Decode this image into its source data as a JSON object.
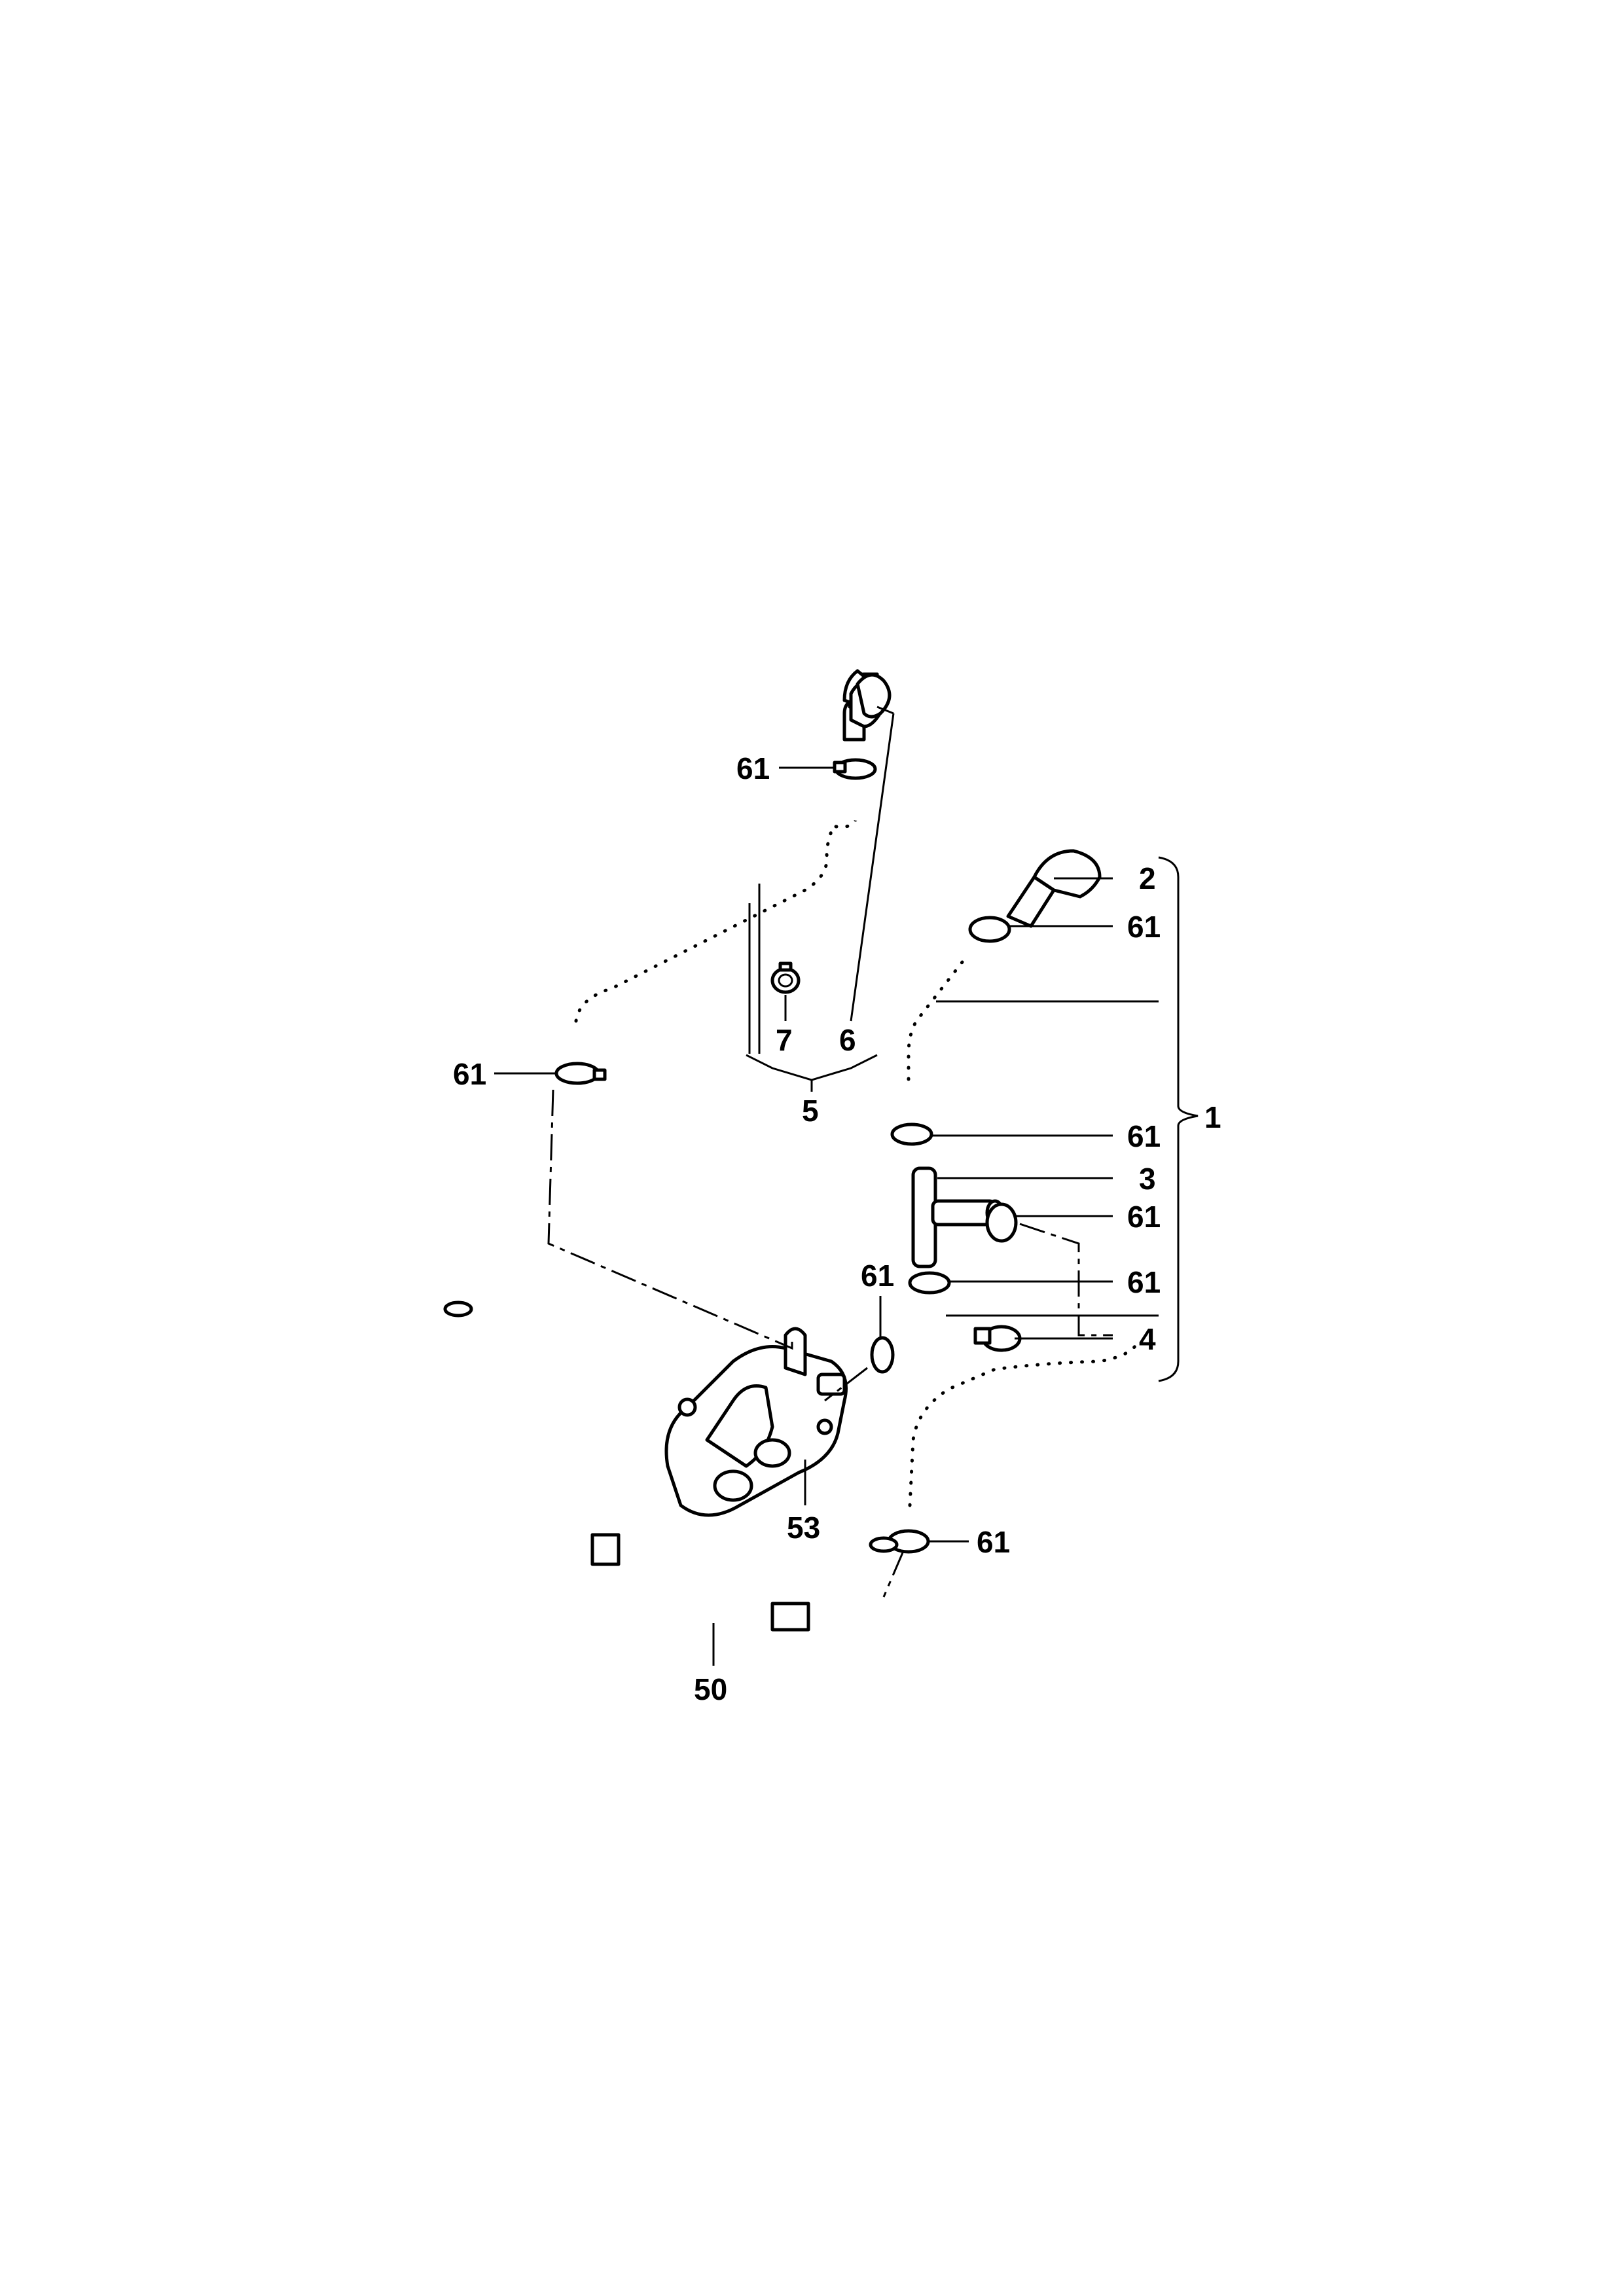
{
  "callouts": {
    "c61_top": "61",
    "c61_left": "61",
    "c2": "2",
    "c61_r1": "61",
    "c61_r2": "61",
    "c3": "3",
    "c61_r3": "61",
    "c61_r4": "61",
    "c4": "4",
    "c1": "1",
    "c7": "7",
    "c6": "6",
    "c5": "5",
    "c61_mid": "61",
    "c53": "53",
    "c61_bottom": "61",
    "c50": "50"
  }
}
